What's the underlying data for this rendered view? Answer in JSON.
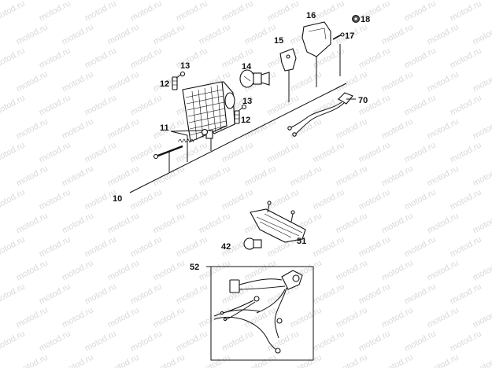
{
  "watermark": {
    "text": "motod.ru",
    "color": "#d9d9d9"
  },
  "callouts": {
    "c10": "10",
    "c11": "11",
    "c12a": "12",
    "c12b": "12",
    "c13a": "13",
    "c13b": "13",
    "c14": "14",
    "c15": "15",
    "c16": "16",
    "c17": "17",
    "c18": "18",
    "c42": "42",
    "c51": "51",
    "c52": "52",
    "c70": "70"
  },
  "icons": {
    "headlight": "headlight-assembly-icon",
    "bulb": "halogen-bulb-icon",
    "wiring": "wiring-harness-icon",
    "tail": "tail-light-icon"
  }
}
